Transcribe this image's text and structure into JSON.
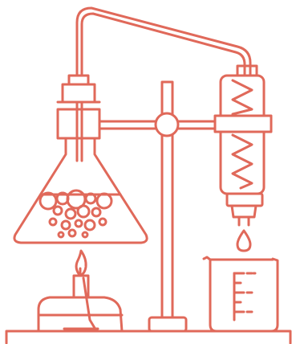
{
  "illustration": {
    "subject": "distillation-apparatus",
    "stroke_color": "#e0695a",
    "background_color": "#ffffff",
    "parts": [
      "burner",
      "flask",
      "stopper",
      "delivery-tube",
      "ring-stand",
      "clamp",
      "condenser",
      "drip",
      "beaker",
      "bench"
    ]
  }
}
